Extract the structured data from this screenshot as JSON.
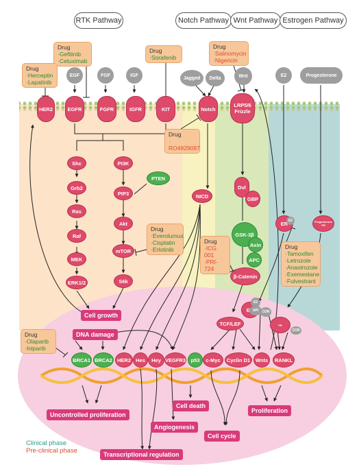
{
  "pathways": {
    "rtk": "RTK Pathway",
    "notch": "Notch Pathway",
    "wnt": "Wnt Pathway",
    "estrogen": "Estrogen Pathway"
  },
  "drug_title": "Drug",
  "drugs": {
    "egfr": [
      "·Gefitinib",
      "·Cetuximab"
    ],
    "her2": [
      "·Herceptin",
      "·Lapatinib"
    ],
    "kit": [
      "·Sorafenib"
    ],
    "wnt": [
      "·Salinomycin",
      "·Nigericin"
    ],
    "notch": [
      "· RO4929097"
    ],
    "mtor": [
      "·Everolumus",
      "·Cisplatin",
      "·Erlotinib"
    ],
    "catenin": [
      "·ICG 001",
      "·PRI-724"
    ],
    "er": [
      "·Tamoxifen",
      "·Letrozole",
      "·Anastrozole",
      "·Exemestane",
      "·Fulvestrant"
    ],
    "parp": [
      "·Olaparib",
      "·Iniparib"
    ]
  },
  "ligands": {
    "egf": "EGF",
    "fgf": "FGF",
    "igf": "IGF",
    "jagged": "Jagged",
    "delta": "Delta",
    "wnt": "Wnt",
    "e2": "E2",
    "progesterone": "Progesterone"
  },
  "receptors": {
    "her2": "HER2",
    "egfr": "EGFR",
    "fgfr": "FGFR",
    "igfr": "IGFR",
    "kit": "KIT",
    "notch": "Notch",
    "lrp": "LRP5/6",
    "frizzled": "Frizzle"
  },
  "nodes": {
    "shc": "Shc",
    "grb2": "Grb2",
    "ras": "Ras",
    "raf": "Raf",
    "mek": "MEK",
    "erk": "ERK1/2",
    "pi3k": "PI3K",
    "pten": "PTEN",
    "pip3": "PIP3",
    "akt": "Akt",
    "mtor": "mTOR",
    "s6k": "S6k",
    "nicd": "NICD",
    "dvl": "Dvl",
    "gbp": "GBP",
    "gsk": "GSK-3β",
    "axin": "Axin",
    "apc": "APC",
    "catenin": "β-Catenin",
    "er": "ER",
    "e2": "E2",
    "pr": "PR",
    "progesterone_small": "Progesterone",
    "tcf": "TCF/LEF",
    "api": "API",
    "cor": "COR"
  },
  "genes": {
    "brca1": "BRCA1",
    "brca2": "BRCA2",
    "her2": "HER2",
    "hes": "Hes",
    "hey": "Hey",
    "vegfr3": "VEGFR3",
    "p53": "p53",
    "cmyc": "c-Myc",
    "cyclind1": "Cyclin D1",
    "wnts": "Wnts",
    "rankl": "RANKL"
  },
  "outcomes": {
    "cell_growth": "Cell growth",
    "dna_damage": "DNA damage",
    "uncontrolled": "Uncontrolled proliferation",
    "cell_death": "Cell death",
    "angiogenesis": "Angiogenesis",
    "cell_cycle": "Cell cycle",
    "proliferation": "Proliferation",
    "transcriptional": "Transcriptional regulation"
  },
  "legend": {
    "clinical": "Clinical phase",
    "preclinical": "Pre-clinical phase"
  },
  "colors": {
    "node": "#dd4a6a",
    "green": "#4caf50",
    "drug_bg": "#f7c79a",
    "outcome": "#d93a7a",
    "rtk_bg": "#fde3c8",
    "notch_bg": "#f7f2c0",
    "wnt_bg": "#d8e8b8",
    "estrogen_bg": "#b8d8d8",
    "nucleus": "#f7cfe0"
  }
}
